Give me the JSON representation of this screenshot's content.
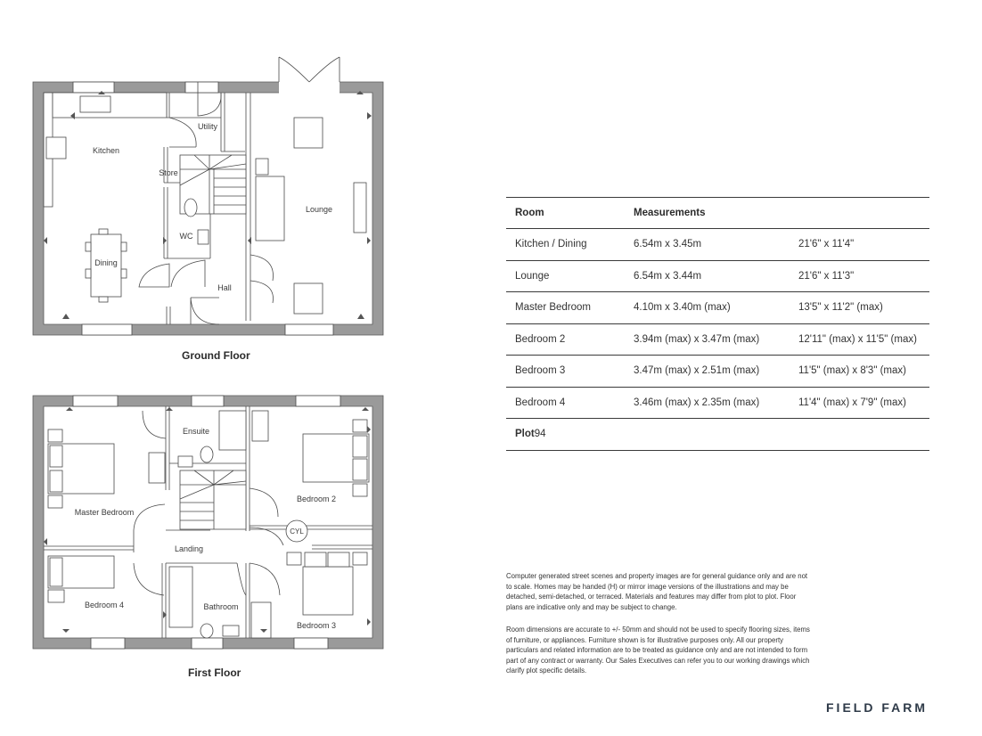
{
  "floors": {
    "ground": {
      "title": "Ground Floor",
      "rooms": [
        "Kitchen",
        "Utility",
        "Store",
        "Lounge",
        "WC",
        "Dining",
        "Hall"
      ]
    },
    "first": {
      "title": "First Floor",
      "rooms": [
        "Ensuite",
        "Bedroom 2",
        "Master Bedroom",
        "CYL",
        "Landing",
        "Bedroom 4",
        "Bathroom",
        "Bedroom 3"
      ]
    }
  },
  "table": {
    "headers": [
      "Room",
      "Measurements",
      ""
    ],
    "rows": [
      {
        "room": "Kitchen / Dining",
        "metric": "6.54m x 3.45m",
        "imperial": "21'6\" x 11'4\""
      },
      {
        "room": "Lounge",
        "metric": "6.54m x 3.44m",
        "imperial": "21'6\" x 11'3\""
      },
      {
        "room": "Master Bedroom",
        "metric": "4.10m x 3.40m (max)",
        "imperial": "13'5\" x 11'2\" (max)"
      },
      {
        "room": "Bedroom 2",
        "metric": "3.94m (max) x 3.47m (max)",
        "imperial": "12'11\" (max) x 11'5\" (max)"
      },
      {
        "room": "Bedroom 3",
        "metric": "3.47m (max) x 2.51m (max)",
        "imperial": "11'5\" (max) x 8'3\" (max)"
      },
      {
        "room": "Bedroom 4",
        "metric": "3.46m (max) x 2.35m (max)",
        "imperial": "11'4\" (max) x 7'9\" (max)"
      }
    ],
    "plot_label": "Plot",
    "plot_number": "94"
  },
  "disclaimer": [
    "Computer generated street scenes and property images are for general guidance only and are not to scale. Homes may be handed (H) or mirror image versions of the illustrations and may be detached, semi-detached, or terraced. Materials and features may differ from plot to plot. Floor plans are indicative only and may be subject to change.",
    "Room dimensions are accurate to +/- 50mm and should not be used to specify flooring sizes, items of furniture, or appliances. Furniture shown is for illustrative purposes only. All our property particulars and related information are to be treated as guidance only and are not intended to form part of any contract or warranty. Our Sales Executives can refer you to our working drawings which clarify plot specific details."
  ],
  "brand": "FIELD FARM"
}
